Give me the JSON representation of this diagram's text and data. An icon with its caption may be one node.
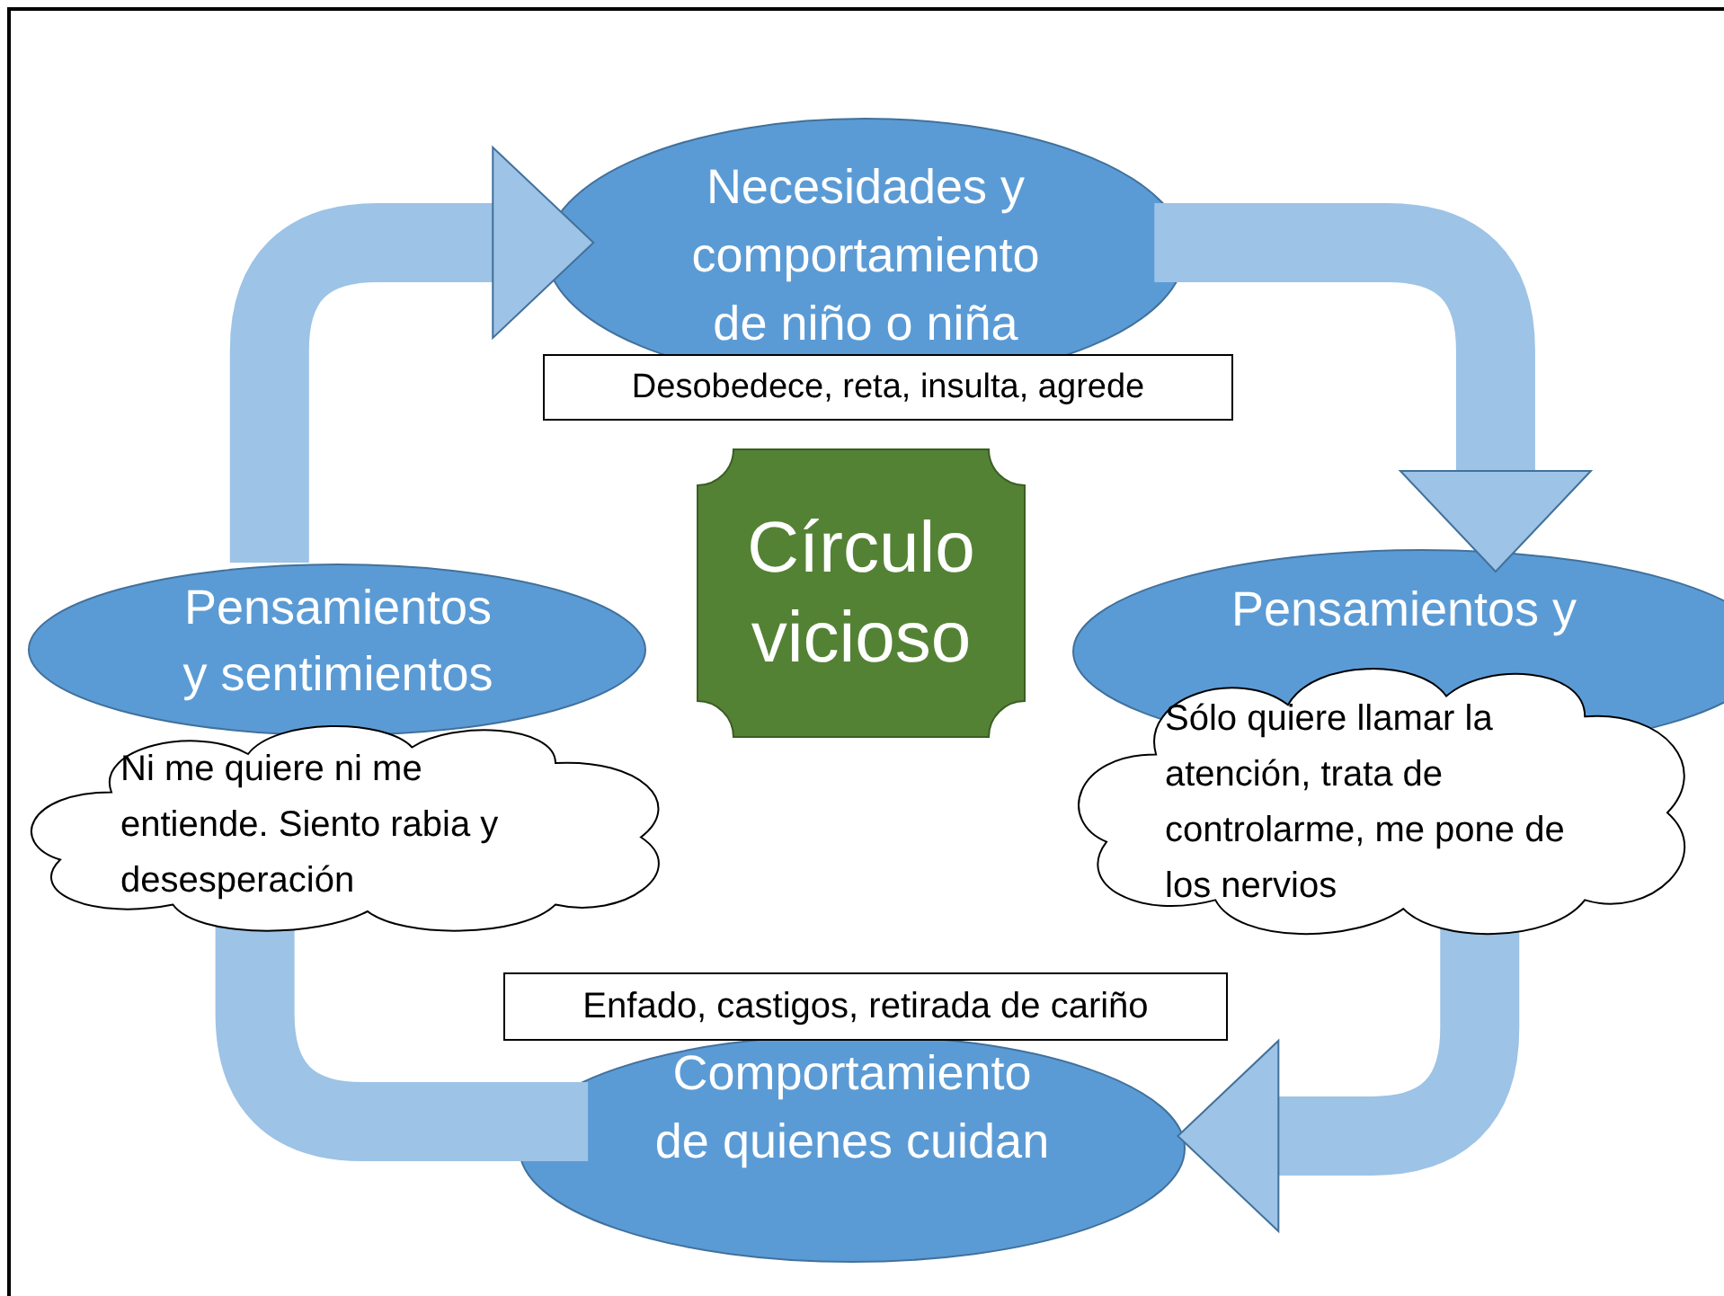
{
  "diagram": {
    "nodes": [
      {
        "text": [
          "Necesidades y comportamiento de niño o niña"
        ]
      },
      {
        "text": [
          "Desobedece, reta, insulta, agrede"
        ]
      },
      {
        "text": [
          "Círculo vicioso"
        ]
      },
      {
        "text": [
          "Pensamientos y"
        ]
      },
      {
        "text": [
          "Sólo quiere llamar la atención, trata de controlarme, me pone de los nervios"
        ]
      },
      {
        "text": [
          "Comportamiento de quienes cuidan"
        ]
      },
      {
        "text": [
          "Enfado, castigos, retirada de cariño"
        ]
      },
      {
        "text": [
          "Pensamientos y sentimientos"
        ]
      },
      {
        "text": [
          "Ni me quiere ni me entiende. Siento rabia y desesperación"
        ]
      }
    ],
    "edges": [
      {
        "from": 7,
        "to": 0,
        "arrow": "to"
      },
      {
        "from": 0,
        "to": 3,
        "arrow": "to"
      },
      {
        "from": 4,
        "to": 5,
        "arrow": "to"
      },
      {
        "from": 5,
        "to": 8,
        "arrow": "none"
      }
    ]
  }
}
